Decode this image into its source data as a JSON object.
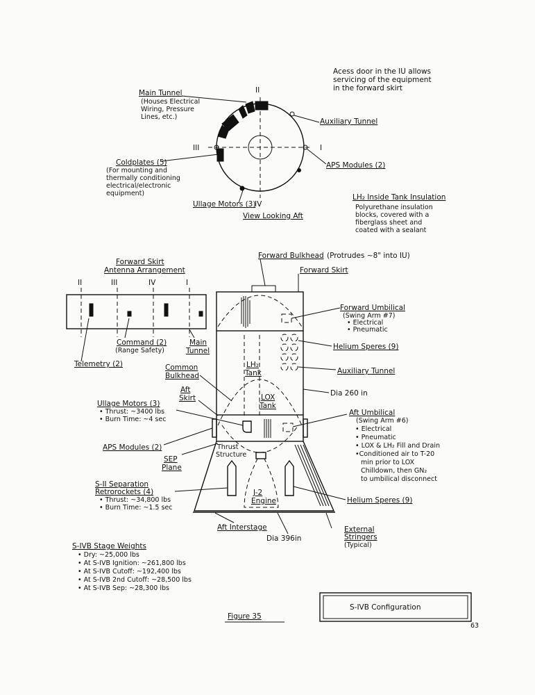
{
  "top_note": [
    "Acess door in the IU allows",
    "servicing of the equipment",
    "in the forward skirt"
  ],
  "view": {
    "caption": "View Looking Aft",
    "roman": {
      "i": "I",
      "ii": "II",
      "iii": "III",
      "iv": "IV"
    },
    "main_tunnel": {
      "title": "Main Tunnel",
      "desc": [
        "(Houses Electrical",
        "Wiring, Pressure",
        "Lines, etc.)"
      ]
    },
    "auxiliary_tunnel": "Auxiliary Tunnel",
    "coldplates": {
      "title": "Coldplates (5)",
      "desc": [
        "(For mounting and",
        "thermally conditioning",
        "electrical/electronic",
        "equipment)"
      ]
    },
    "aps_modules": "APS Modules (2)",
    "ullage_motors": "Ullage Motors (3)"
  },
  "insulation": {
    "title": "LH₂ Inside Tank Insulation",
    "desc": [
      "Polyurethane insulation",
      "blocks, covered with a",
      "fiberglass sheet and",
      "coated with a sealant"
    ]
  },
  "antenna": {
    "title": [
      "Forward Skirt",
      "Antenna Arrangement"
    ],
    "roman": [
      "II",
      "III",
      "IV",
      "I"
    ],
    "telemetry": "Telemetry (2)",
    "command": [
      "Command (2)",
      "(Range Safety)"
    ],
    "main_tunnel": [
      "Main",
      "Tunnel"
    ]
  },
  "stage": {
    "forward_bulkhead": "Forward Bulkhead",
    "forward_bulkhead_note": "(Protrudes ~8\" into IU)",
    "forward_skirt": "Forward Skirt",
    "forward_umbilical": {
      "title": "Forward Umbilical",
      "sub": "(Swing Arm #7)",
      "items": [
        "• Electrical",
        "• Pneumatic"
      ]
    },
    "helium_spheres_upper": "Helium Speres (9)",
    "auxiliary_tunnel": "Auxiliary Tunnel",
    "dia_260": "Dia 260 in",
    "lh2_tank": [
      "LH₂",
      "Tank"
    ],
    "lox_tank": [
      "LOX",
      "Tank"
    ],
    "common_bulkhead": [
      "Common",
      "Bulkhead"
    ],
    "aft_skirt": [
      "Aft",
      "Skirt"
    ],
    "ullage_motors": {
      "title": "Ullage Motors (3)",
      "items": [
        "• Thrust: ~3400 lbs",
        "• Burn Time: ~4 sec"
      ]
    },
    "aft_umbilical": {
      "title": "Aft Umbilical",
      "sub": "(Swing Arm #6)",
      "items": [
        "• Electrical",
        "• Pneumatic",
        "• LOX & LH₂ Fill and Drain",
        "•Conditioned air to T-20",
        "min prior to LOX",
        "Chilldown, then GN₂",
        "to umbilical disconnect"
      ]
    },
    "aps_modules": "APS Modules (2)",
    "thrust_structure": [
      "Thrust",
      "Structure"
    ],
    "sep_plane": [
      "SEP",
      "Plane"
    ],
    "retrorockets": {
      "title": [
        "S-II Separation",
        "Retrorockets (4)"
      ],
      "items": [
        "• Thrust: ~34,800 lbs",
        "• Burn Time: ~1.5 sec"
      ]
    },
    "j2_engine": [
      "J-2",
      "Engine"
    ],
    "helium_spheres_lower": "Helium Speres (9)",
    "aft_interstage": "Aft Interstage",
    "dia_396": "Dia 396in",
    "external_stringers": [
      "External",
      "Stringers",
      "(Typical)"
    ]
  },
  "weights": {
    "title": "S-IVB Stage Weights",
    "items": [
      "• Dry: ~25,000 lbs",
      "• At S-IVB Ignition: ~261,800 lbs",
      "• At S-IVB Cutoff: ~192,400 lbs",
      "• At S-IVB 2nd Cutoff: ~28,500 lbs",
      "• At S-IVB Sep: ~28,300 lbs"
    ]
  },
  "figure_label": "Figure 35",
  "config_title": "S-IVB Configuration",
  "page_number": "63"
}
